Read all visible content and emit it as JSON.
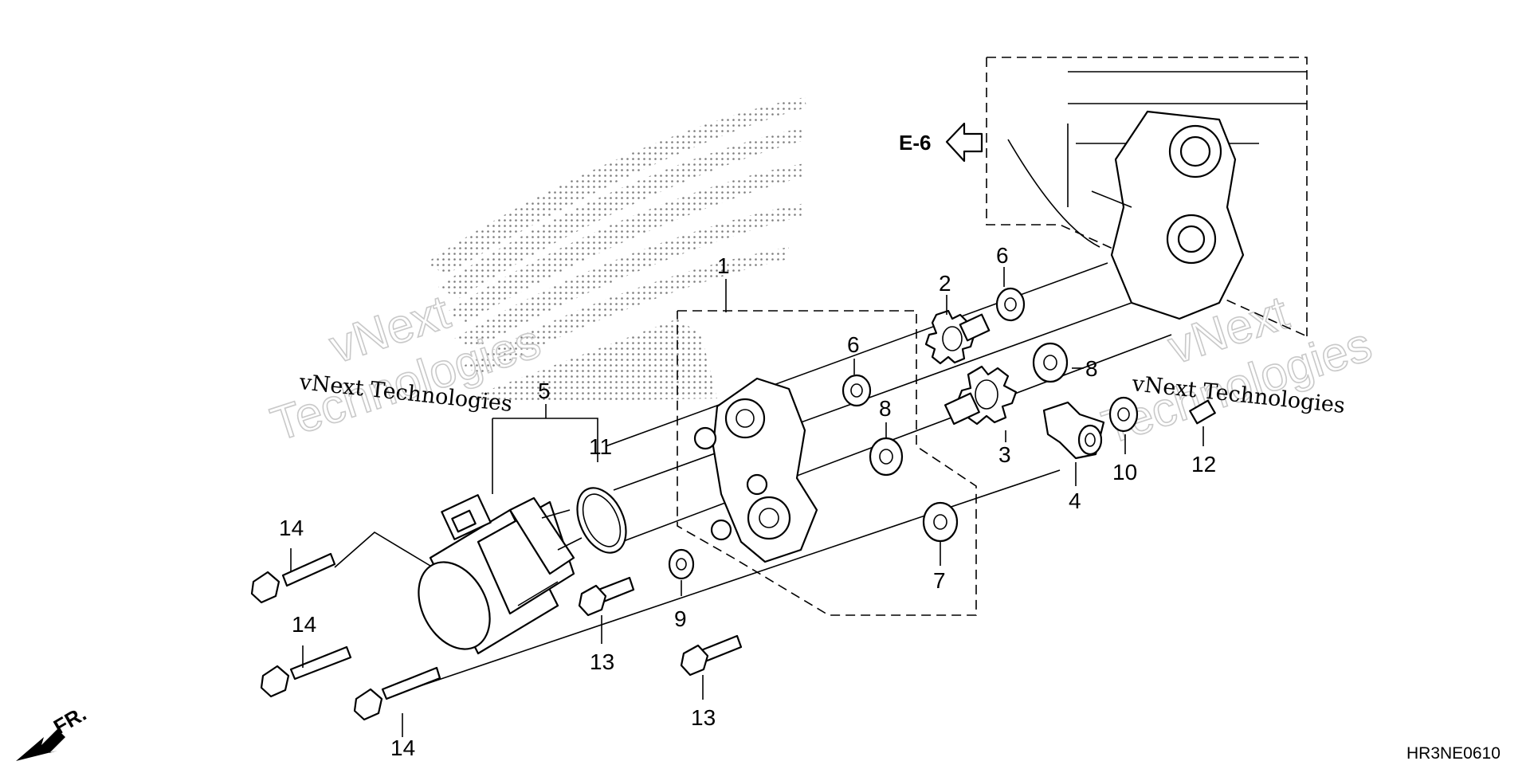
{
  "diagram": {
    "callouts": {
      "c1": "1",
      "c2": "2",
      "c3": "3",
      "c4": "4",
      "c5": "5",
      "c6a": "6",
      "c6b": "6",
      "c7": "7",
      "c8a": "8",
      "c8b": "8",
      "c9": "9",
      "c10": "10",
      "c11": "11",
      "c12": "12",
      "c13a": "13",
      "c13b": "13",
      "c14a": "14",
      "c14b": "14",
      "c14c": "14"
    },
    "reference_tag": "E-6",
    "front_marker": "FR.",
    "diagram_code": "HR3NE0610",
    "watermark": {
      "line1": "vNext",
      "line2": "Technologies",
      "full": "vNext Technologies"
    }
  }
}
